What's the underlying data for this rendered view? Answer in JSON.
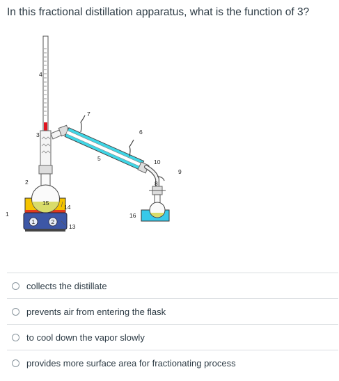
{
  "question": {
    "text": "In this fractional distillation apparatus, what is the function of 3?"
  },
  "diagram": {
    "labels": {
      "l1": "1",
      "l2": "2",
      "l3": "3",
      "l4": "4",
      "l5": "5",
      "l6": "6",
      "l7": "7",
      "l8": "8",
      "l9": "9",
      "l10": "10",
      "l13": "13",
      "l14": "14",
      "l15": "15",
      "l16": "16",
      "knob1": "1",
      "knob2": "2"
    },
    "colors": {
      "condenser_water": "#3fd6e6",
      "flask_liquid": "#d9dc6a",
      "heating_mantle": "#f5c400",
      "heating_mantle_rim": "#e13a1e",
      "hotplate": "#3d57a6",
      "ice_bath": "#37c9ea",
      "thermometer_bulb": "#e0141e"
    }
  },
  "answers": [
    {
      "text": "collects the distillate"
    },
    {
      "text": "prevents air from entering the flask"
    },
    {
      "text": "to cool down the vapor slowly"
    },
    {
      "text": "provides more surface area for fractionating process"
    }
  ]
}
